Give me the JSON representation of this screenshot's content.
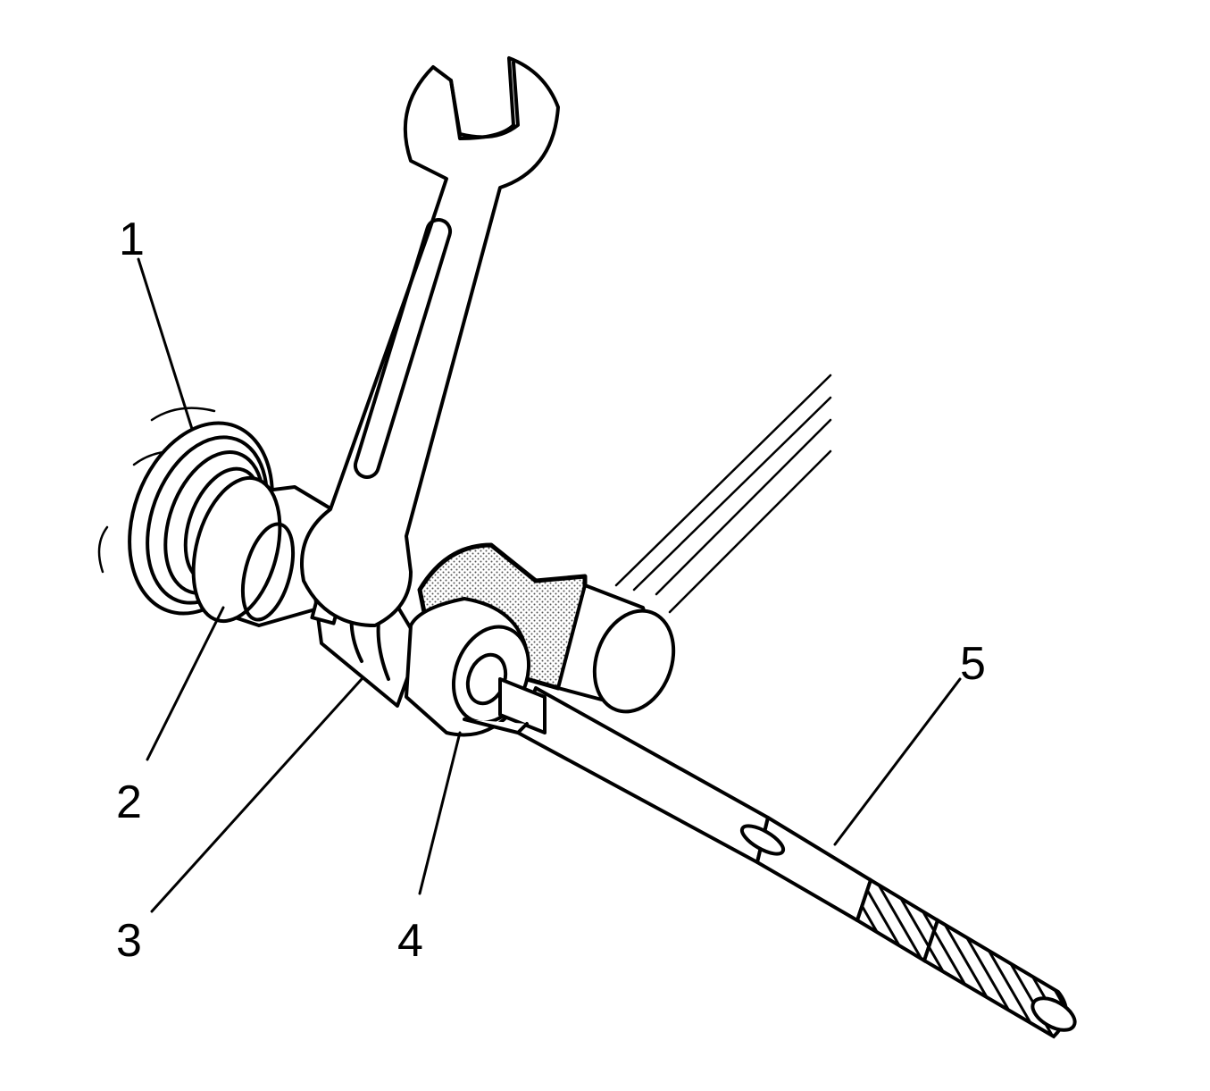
{
  "callouts": [
    {
      "id": "1",
      "label": "1"
    },
    {
      "id": "2",
      "label": "2"
    },
    {
      "id": "3",
      "label": "3"
    },
    {
      "id": "4",
      "label": "4"
    },
    {
      "id": "5",
      "label": "5"
    }
  ],
  "colors": {
    "ink": "#000000",
    "background": "#ffffff",
    "stipple": "#9a9a9a"
  }
}
